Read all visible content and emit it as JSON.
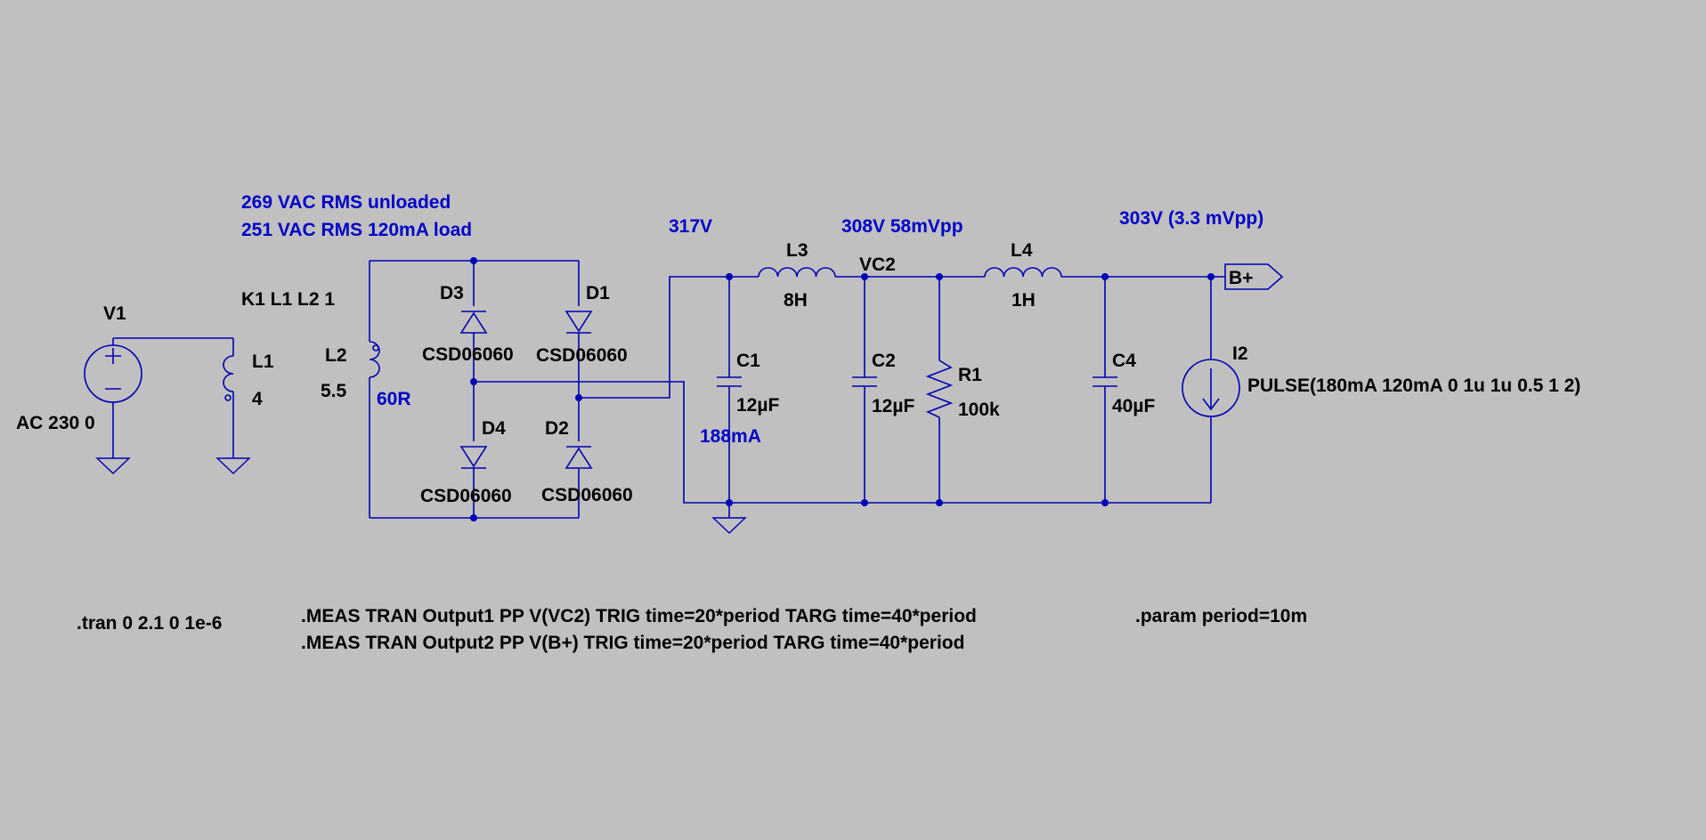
{
  "annotations": {
    "unloaded": "269  VAC RMS unloaded",
    "loaded": "251  VAC RMS 120mA load",
    "v_c1": "317V",
    "v_c2": "308V 58mVpp",
    "v_out": "303V (3.3 mVpp)",
    "i_c1": "188mA",
    "r_l2": "60R"
  },
  "components": {
    "v1": {
      "name": "V1",
      "value": "AC 230 0"
    },
    "coupling": "K1 L1 L2 1",
    "l1": {
      "name": "L1",
      "value": "4"
    },
    "l2": {
      "name": "L2",
      "value": "5.5"
    },
    "d1": {
      "name": "D1",
      "model": "CSD06060"
    },
    "d2": {
      "name": "D2",
      "model": "CSD06060"
    },
    "d3": {
      "name": "D3",
      "model": "CSD06060"
    },
    "d4": {
      "name": "D4",
      "model": "CSD06060"
    },
    "l3": {
      "name": "L3",
      "value": "8H"
    },
    "l4": {
      "name": "L4",
      "value": "1H"
    },
    "c1": {
      "name": "C1",
      "value": "12µF"
    },
    "c2": {
      "name": "C2",
      "value": "12µF"
    },
    "c4": {
      "name": "C4",
      "value": "40µF"
    },
    "r1": {
      "name": "R1",
      "value": "100k"
    },
    "i2": {
      "name": "I2",
      "value": "PULSE(180mA 120mA 0 1u 1u 0.5 1 2)"
    }
  },
  "nets": {
    "vc2": "VC2",
    "bplus": "B+"
  },
  "directives": {
    "tran": ".tran 0 2.1 0 1e-6",
    "meas1": ".MEAS TRAN Output1 PP V(VC2) TRIG time=20*period TARG time=40*period",
    "meas2": ".MEAS TRAN Output2 PP V(B+) TRIG time=20*period TARG time=40*period",
    "param": ".param period=10m"
  },
  "colors": {
    "background": "#c0c0c0",
    "wire": "#0000b4",
    "annotation": "#0000c8",
    "label": "#000000"
  }
}
